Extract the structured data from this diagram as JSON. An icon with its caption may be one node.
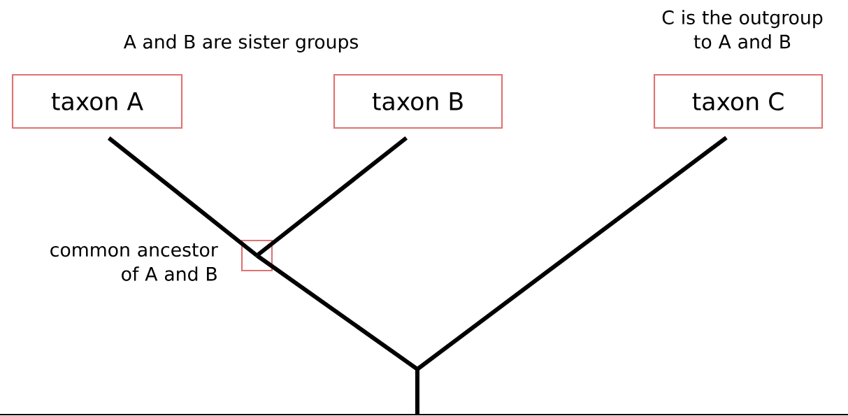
{
  "diagram": {
    "nodes": [
      {
        "text": [
          "taxon A"
        ]
      },
      {
        "text": [
          "taxon B"
        ]
      },
      {
        "text": [
          "taxon C"
        ],
        "beside": [
          "C is the outgroup to A and B"
        ]
      },
      {
        "text": [],
        "shape": "box",
        "beside": [
          "common ancestor of A and B"
        ]
      }
    ],
    "edges": [
      {
        "from": 3,
        "to": 0,
        "arrow": "none"
      },
      {
        "from": 3,
        "to": 1,
        "arrow": "none"
      },
      {
        "from": null,
        "to": 3,
        "arrow": "none"
      },
      {
        "from": null,
        "to": 2,
        "arrow": "none"
      }
    ],
    "labels": [
      "A and B are sister groups"
    ]
  }
}
